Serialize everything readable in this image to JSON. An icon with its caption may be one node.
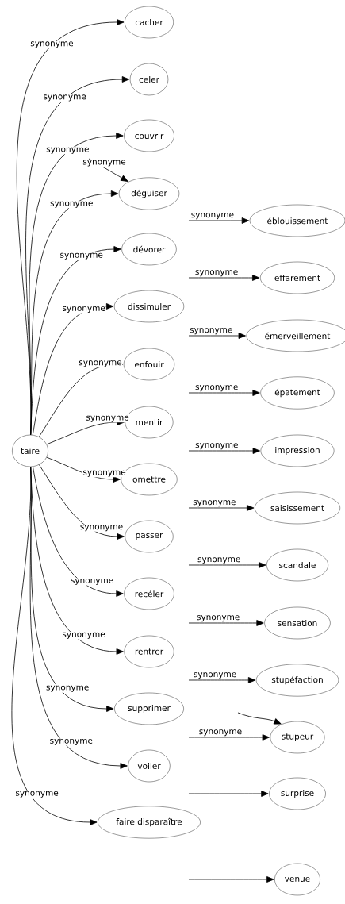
{
  "diagram": {
    "nodes": [
      {
        "text": [
          "taire"
        ]
      },
      {
        "text": [
          "cacher"
        ]
      },
      {
        "text": [
          "celer"
        ]
      },
      {
        "text": [
          "couvrir"
        ]
      },
      {
        "text": [
          "déguiser"
        ]
      },
      {
        "text": [
          "dévorer"
        ]
      },
      {
        "text": [
          "dissimuler"
        ]
      },
      {
        "text": [
          "enfouir"
        ]
      },
      {
        "text": [
          "mentir"
        ]
      },
      {
        "text": [
          "omettre"
        ]
      },
      {
        "text": [
          "passer"
        ]
      },
      {
        "text": [
          "recéler"
        ]
      },
      {
        "text": [
          "rentrer"
        ]
      },
      {
        "text": [
          "supprimer"
        ]
      },
      {
        "text": [
          "voiler"
        ]
      },
      {
        "text": [
          "faire disparaître"
        ]
      },
      {
        "text": [
          "éblouissement"
        ]
      },
      {
        "text": [
          "effarement"
        ]
      },
      {
        "text": [
          "émerveillement"
        ]
      },
      {
        "text": [
          "épatement"
        ]
      },
      {
        "text": [
          "impression"
        ]
      },
      {
        "text": [
          "saisissement"
        ]
      },
      {
        "text": [
          "scandale"
        ]
      },
      {
        "text": [
          "sensation"
        ]
      },
      {
        "text": [
          "stupéfaction"
        ]
      },
      {
        "text": [
          "stupeur"
        ]
      },
      {
        "text": [
          "surprise"
        ]
      },
      {
        "text": [
          "venue"
        ]
      }
    ],
    "edges": [
      {
        "from": 0,
        "to": 1,
        "arrow": "to",
        "label": "synonyme"
      },
      {
        "from": 0,
        "to": 2,
        "arrow": "to",
        "label": "synonyme"
      },
      {
        "from": 0,
        "to": 3,
        "arrow": "to",
        "label": "synonyme"
      },
      {
        "from": 0,
        "to": 4,
        "arrow": "to",
        "label": "synonyme"
      },
      {
        "from": 0,
        "to": 5,
        "arrow": "to",
        "label": "synonyme"
      },
      {
        "from": 0,
        "to": 6,
        "arrow": "to",
        "label": "synonyme"
      },
      {
        "from": 0,
        "to": 7,
        "arrow": "to",
        "label": "synonyme"
      },
      {
        "from": 0,
        "to": 8,
        "arrow": "to",
        "label": "synonyme"
      },
      {
        "from": 0,
        "to": 9,
        "arrow": "to",
        "label": "synonyme"
      },
      {
        "from": 0,
        "to": 10,
        "arrow": "to",
        "label": "synonyme"
      },
      {
        "from": 0,
        "to": 11,
        "arrow": "to",
        "label": "synonyme"
      },
      {
        "from": 0,
        "to": 12,
        "arrow": "to",
        "label": "synonyme"
      },
      {
        "from": 0,
        "to": 13,
        "arrow": "to",
        "label": "synonyme"
      },
      {
        "from": 0,
        "to": 14,
        "arrow": "to",
        "label": "synonyme"
      },
      {
        "from": 0,
        "to": 15,
        "arrow": "to",
        "label": "synonyme"
      },
      {
        "from": null,
        "to": 4,
        "arrow": "to",
        "label": "synonyme"
      },
      {
        "from": null,
        "to": 16,
        "arrow": "to",
        "label": "synonyme"
      },
      {
        "from": null,
        "to": 17,
        "arrow": "to",
        "label": "synonyme"
      },
      {
        "from": null,
        "to": 18,
        "arrow": "to",
        "label": "synonyme"
      },
      {
        "from": null,
        "to": 19,
        "arrow": "to",
        "label": "synonyme"
      },
      {
        "from": null,
        "to": 20,
        "arrow": "to",
        "label": "synonyme"
      },
      {
        "from": null,
        "to": 21,
        "arrow": "to",
        "label": "synonyme"
      },
      {
        "from": null,
        "to": 22,
        "arrow": "to",
        "label": "synonyme"
      },
      {
        "from": null,
        "to": 23,
        "arrow": "to",
        "label": "synonyme"
      },
      {
        "from": null,
        "to": 24,
        "arrow": "to",
        "label": "synonyme"
      },
      {
        "from": null,
        "to": 25,
        "arrow": "to",
        "label": "synonyme"
      },
      {
        "from": null,
        "to": 25,
        "arrow": "to"
      },
      {
        "from": null,
        "to": 26,
        "arrow": "to"
      },
      {
        "from": null,
        "to": 27,
        "arrow": "to"
      }
    ]
  }
}
